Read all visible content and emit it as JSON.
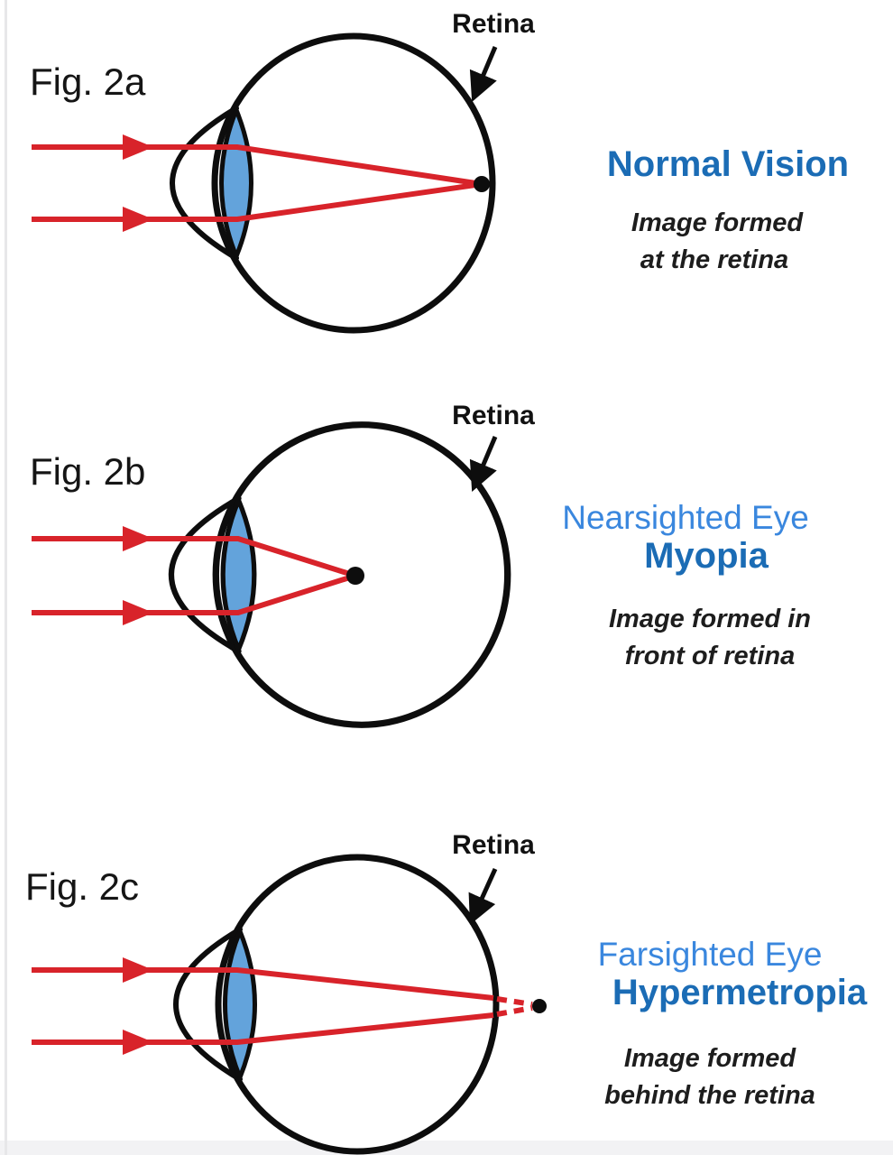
{
  "sections": [
    {
      "fig_label": "Fig. 2a",
      "retina_label": "Retina",
      "title": "Normal Vision",
      "subtitle": "",
      "caption": [
        "Image formed",
        "at the retina"
      ]
    },
    {
      "fig_label": "Fig. 2b",
      "retina_label": "Retina",
      "title": "Nearsighted Eye",
      "subtitle": "Myopia",
      "caption": [
        "Image formed in",
        "front of retina"
      ]
    },
    {
      "fig_label": "Fig. 2c",
      "retina_label": "Retina",
      "title": "Farsighted Eye",
      "subtitle": "Hypermetropia",
      "caption": [
        "Image formed",
        "behind the retina"
      ]
    }
  ],
  "colors": {
    "ray_red": "#D8232A",
    "lens_blue": "#63A3DB",
    "outline_black": "#0d0d0d",
    "heading_dark_blue": "#1B6CB5",
    "heading_light_blue": "#3A87DE",
    "edge_gray": "#e7e7e9",
    "strip_gray": "#f2f2f4"
  }
}
